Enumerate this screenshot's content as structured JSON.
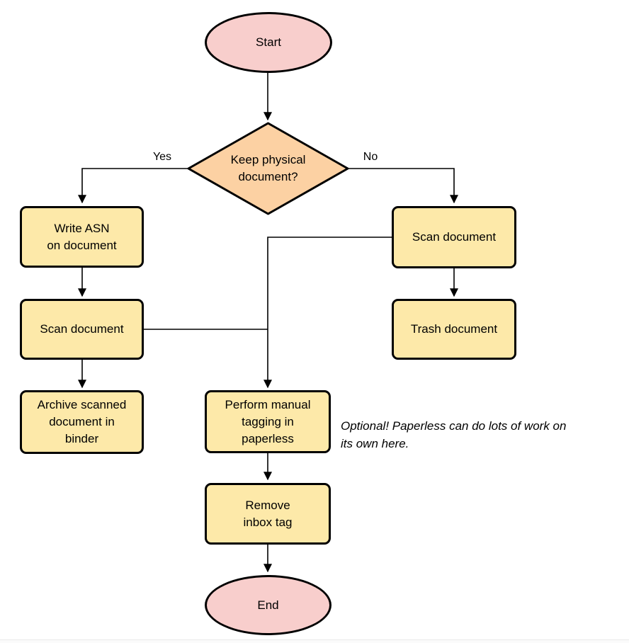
{
  "diagram": {
    "nodes": {
      "start": {
        "type": "terminator",
        "lines": [
          "Start"
        ]
      },
      "decision": {
        "type": "decision",
        "lines": [
          "Keep physical",
          "document?"
        ]
      },
      "write_asn": {
        "type": "process",
        "lines": [
          "Write ASN",
          "on document"
        ]
      },
      "scan_left": {
        "type": "process",
        "lines": [
          "Scan document"
        ]
      },
      "archive": {
        "type": "process",
        "lines": [
          "Archive scanned",
          "document in",
          "binder"
        ]
      },
      "scan_right": {
        "type": "process",
        "lines": [
          "Scan document"
        ]
      },
      "trash": {
        "type": "process",
        "lines": [
          "Trash document"
        ]
      },
      "perform_tagging": {
        "type": "process",
        "lines": [
          "Perform manual",
          "tagging in",
          "paperless"
        ]
      },
      "remove_inbox": {
        "type": "process",
        "lines": [
          "Remove",
          "inbox tag"
        ]
      },
      "end": {
        "type": "terminator",
        "lines": [
          "End"
        ]
      }
    },
    "edge_labels": {
      "yes": "Yes",
      "no": "No"
    },
    "note": {
      "lines": [
        "Optional! Paperless can do lots of work on",
        "its own here."
      ]
    },
    "colors": {
      "terminator_fill": "#f8cecc",
      "decision_fill": "#fcd1a3",
      "process_fill": "#fde9a9",
      "stroke": "#000000",
      "connector": "#000000"
    }
  }
}
